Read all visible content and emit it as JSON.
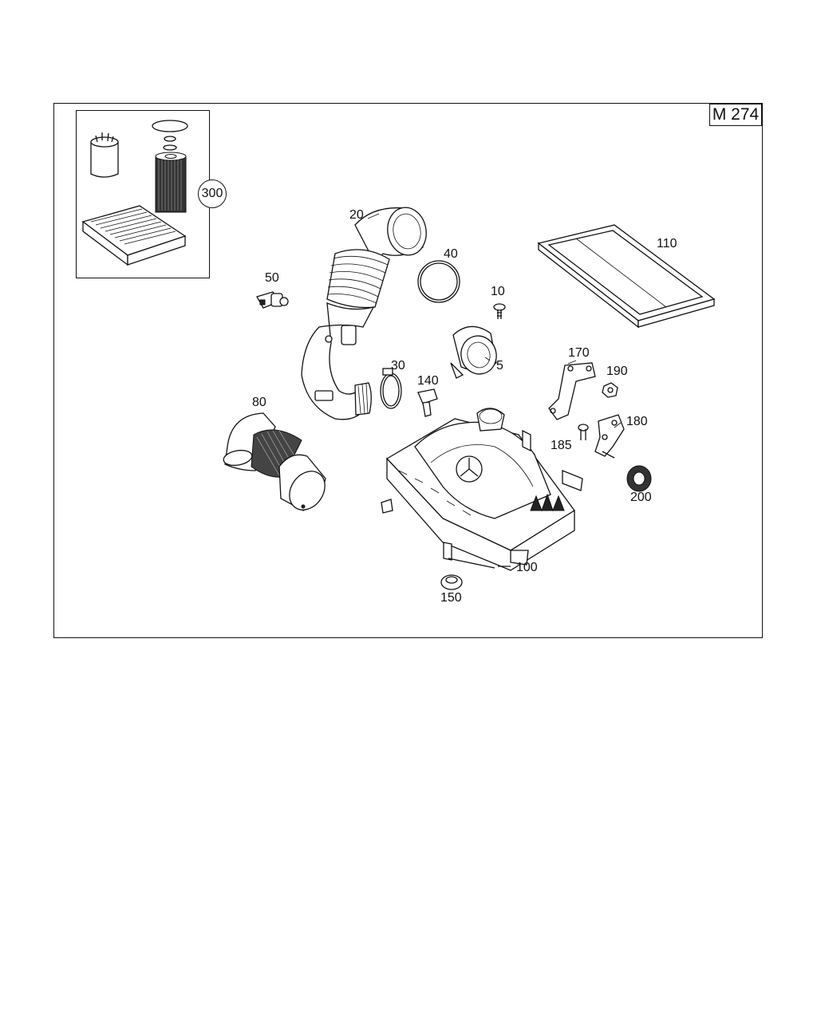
{
  "model": "M 274",
  "kit_label": "300",
  "callouts": {
    "c5": "5",
    "c10": "10",
    "c20": "20",
    "c30": "30",
    "c40": "40",
    "c50": "50",
    "c80": "80",
    "c100": "100",
    "c110": "110",
    "c140": "140",
    "c150": "150",
    "c170": "170",
    "c180": "180",
    "c185": "185",
    "c190": "190",
    "c200": "200"
  }
}
